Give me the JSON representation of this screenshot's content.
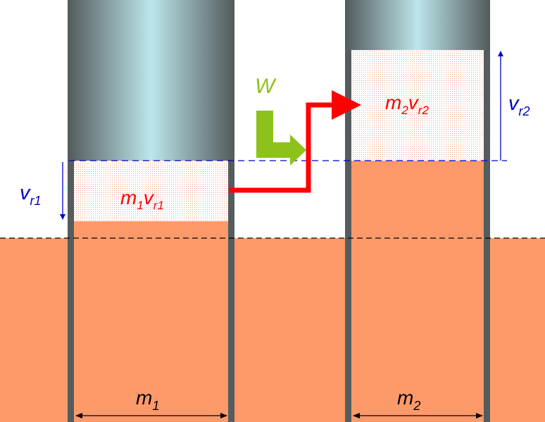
{
  "colors": {
    "fluid": "#fe9a6a",
    "stipple": "#f19a7d",
    "piston_edge": "#525b5c",
    "piston_mid": "#bde6ec",
    "cylinder_wall": "#555c5e",
    "work_arrow": "#8dc21b",
    "energy_arrow": "#ff0000",
    "displacement_arrow": "#0000cc",
    "reference_line": "#000000"
  },
  "labels": {
    "work": "W",
    "cylinder1_volume": {
      "main": "v",
      "sub": "r1"
    },
    "cylinder2_volume": {
      "main": "v",
      "sub": "r2"
    },
    "cylinder1_energy": {
      "m": "m",
      "ms": "1",
      "v": "v",
      "vs": "r1"
    },
    "cylinder2_energy": {
      "m": "m",
      "ms": "2",
      "v": "v",
      "vs": "r2"
    },
    "cylinder1_width": {
      "main": "m",
      "sub": "1"
    },
    "cylinder2_width": {
      "main": "m",
      "sub": "2"
    }
  }
}
